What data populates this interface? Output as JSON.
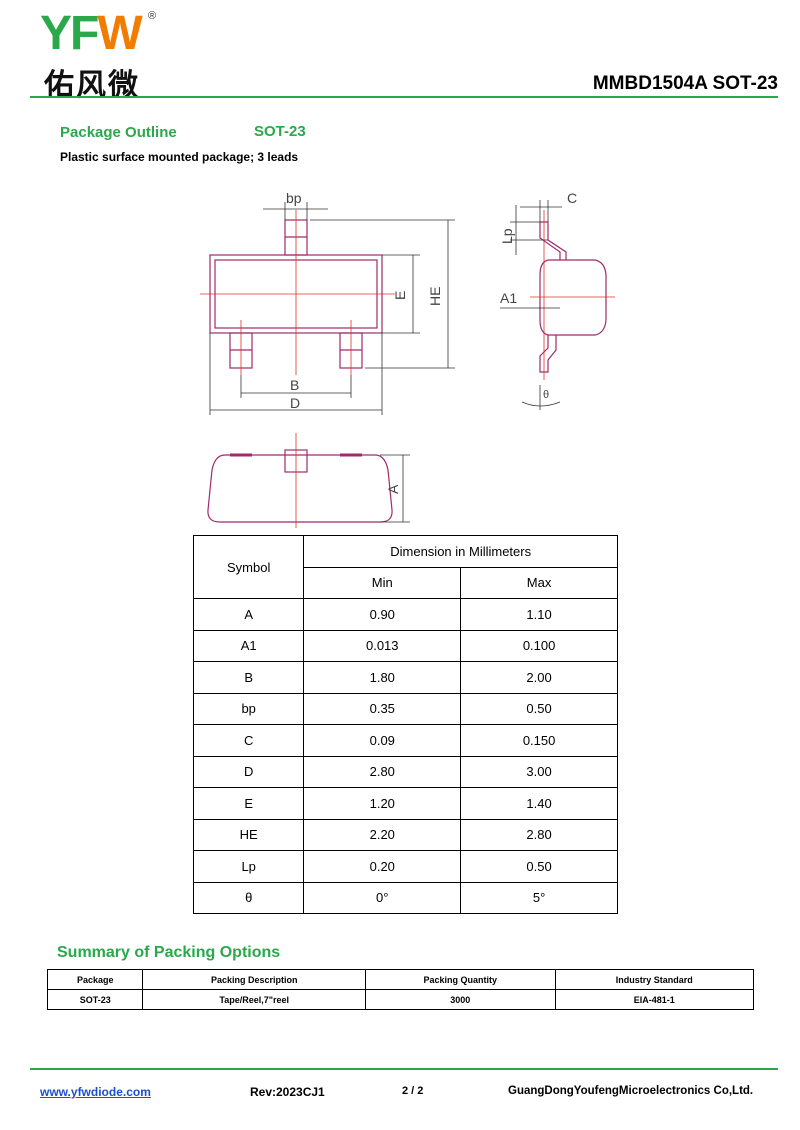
{
  "header": {
    "logo_latin_prefix": "YF",
    "logo_latin_suffix": "W",
    "logo_registered": "®",
    "logo_chinese": "佑风微",
    "part_title": "MMBD1504A SOT-23"
  },
  "outline": {
    "heading": "Package Outline",
    "package": "SOT-23",
    "description": "Plastic surface mounted package; 3 leads",
    "labels": {
      "bp": "bp",
      "e": "E",
      "he": "HE",
      "b": "B",
      "d": "D",
      "c": "C",
      "lp": "Lp",
      "a1": "A1",
      "theta": "θ",
      "a": "A"
    }
  },
  "dimensions": {
    "col_symbol": "Symbol",
    "col_group": "Dimension in Millimeters",
    "col_min": "Min",
    "col_max": "Max",
    "rows": [
      {
        "symbol": "A",
        "min": "0.90",
        "max": "1.10"
      },
      {
        "symbol": "A1",
        "min": "0.013",
        "max": "0.100"
      },
      {
        "symbol": "B",
        "min": "1.80",
        "max": "2.00"
      },
      {
        "symbol": "bp",
        "min": "0.35",
        "max": "0.50"
      },
      {
        "symbol": "C",
        "min": "0.09",
        "max": "0.150"
      },
      {
        "symbol": "D",
        "min": "2.80",
        "max": "3.00"
      },
      {
        "symbol": "E",
        "min": "1.20",
        "max": "1.40"
      },
      {
        "symbol": "HE",
        "min": "2.20",
        "max": "2.80"
      },
      {
        "symbol": "Lp",
        "min": "0.20",
        "max": "0.50"
      },
      {
        "symbol": "θ",
        "min": "0°",
        "max": "5°"
      }
    ]
  },
  "packing": {
    "heading": "Summary of Packing Options",
    "headers": [
      "Package",
      "Packing Description",
      "Packing Quantity",
      "Industry Standard"
    ],
    "row": [
      "SOT-23",
      "Tape/Reel,7\"reel",
      "3000",
      "EIA-481-1"
    ]
  },
  "footer": {
    "website": "www.yfwdiode.com",
    "revision": "Rev:2023CJ1",
    "page": "2 / 2",
    "company": "GuangDongYoufengMicroelectronics Co,Ltd."
  },
  "colors": {
    "brand_green": "#2aa84a",
    "brand_orange": "#f07c00",
    "drawing_line": "#9e2b6b",
    "center_line": "#e0302a"
  }
}
